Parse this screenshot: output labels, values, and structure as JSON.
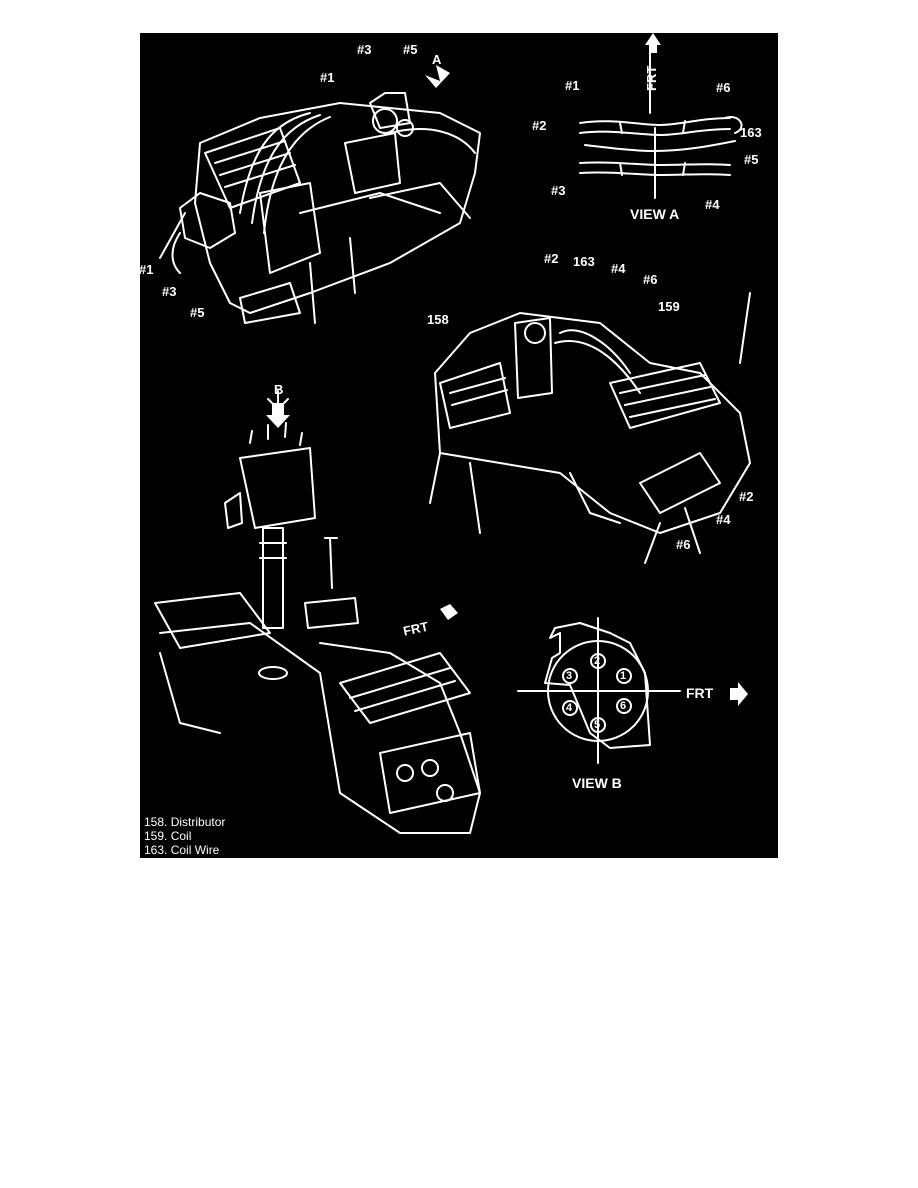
{
  "labels": {
    "top_left": {
      "c1": "#1",
      "c3": "#3",
      "c5": "#5",
      "arrow_a": "A",
      "left1": "#1",
      "left3": "#3",
      "left5": "#5"
    },
    "view_a": {
      "frt": "FRT",
      "c1": "#1",
      "c2": "#2",
      "c3": "#3",
      "c4": "#4",
      "c5": "#5",
      "c6": "#6",
      "coil_wire": "163",
      "title": "VIEW A"
    },
    "right_mid": {
      "c2": "#2",
      "coil_wire": "163",
      "c4": "#4",
      "c6": "#6",
      "distributor": "158",
      "coil": "159",
      "c2b": "#2",
      "c4b": "#4",
      "c6b": "#6"
    },
    "distributor_view": {
      "arrow_b": "B",
      "frt": "FRT"
    },
    "view_b": {
      "n1": "1",
      "n2": "2",
      "n3": "3",
      "n4": "4",
      "n5": "5",
      "n6": "6",
      "frt": "FRT",
      "title": "VIEW B"
    }
  },
  "legend": [
    "158. Distributor",
    "159. Coil",
    "163. Coil Wire"
  ],
  "colors": {
    "background": "#000000",
    "linework": "#ffffff",
    "page": "#ffffff"
  }
}
